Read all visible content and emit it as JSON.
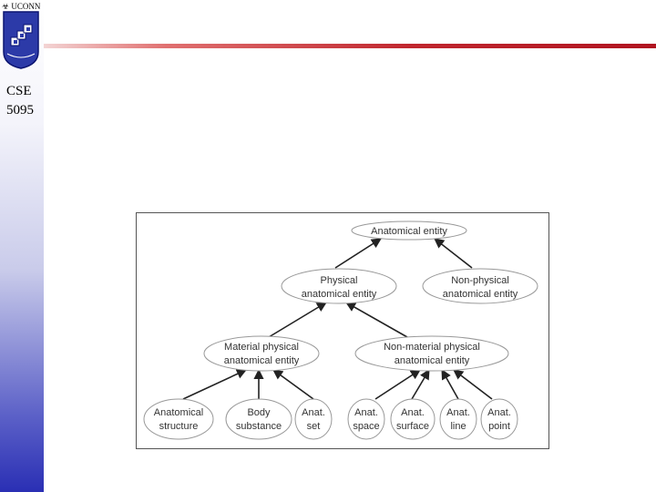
{
  "header": {
    "institution": "UCONN",
    "course_code": "CSE",
    "course_number": "5095"
  },
  "colors": {
    "sidebar_top": "#ffffff",
    "sidebar_bottom": "#2a2fb4",
    "rule_bar": "#c0262e"
  },
  "icons": {
    "seal": "uconn-seal-icon",
    "crest": "crest-icon"
  },
  "diagram": {
    "nodes": {
      "anatomical_entity": [
        "Anatomical entity"
      ],
      "physical": [
        "Physical",
        "anatomical entity"
      ],
      "non_physical": [
        "Non-physical",
        "anatomical entity"
      ],
      "material": [
        "Material physical",
        "anatomical entity"
      ],
      "non_material": [
        "Non-material physical",
        "anatomical entity"
      ],
      "anatomical_structure": [
        "Anatomical",
        "structure"
      ],
      "body_substance": [
        "Body",
        "substance"
      ],
      "anat_set": [
        "Anat.",
        "set"
      ],
      "anat_space": [
        "Anat.",
        "space"
      ],
      "anat_surface": [
        "Anat.",
        "surface"
      ],
      "anat_line": [
        "Anat.",
        "line"
      ],
      "anat_point": [
        "Anat.",
        "point"
      ]
    }
  }
}
